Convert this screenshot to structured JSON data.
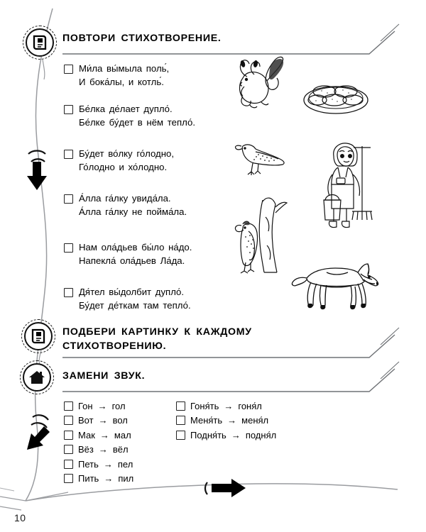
{
  "page": {
    "number": "10",
    "language": "ru"
  },
  "sections": [
    {
      "id": "repeat-poem",
      "icon": "book-icon",
      "heading": "ПОВТОРИ СТИХОТВОРЕНИЕ.",
      "items": [
        {
          "checkbox": false,
          "text": "Ми́ла вы́мыла поль́,\nИ бока́лы, и котль́."
        },
        {
          "checkbox": false,
          "text": "Бе́лка де́лает дупло́.\nБе́лке бу́дет в нём тепло́."
        },
        {
          "checkbox": false,
          "text": "Бу́дет во́лку го́лодно,\nГо́лодно и хо́лодно."
        },
        {
          "checkbox": false,
          "text": "А́лла га́лку увида́ла.\nА́лла га́лку не пойма́ла."
        },
        {
          "checkbox": false,
          "text": "Нам ола́дьев бы́ло на́до.\nНапекла́ ола́дьев Ла́да."
        },
        {
          "checkbox": false,
          "text": "Дя́тел вы́долбит дупло́.\nБу́дет де́ткам там тепло́."
        }
      ]
    },
    {
      "id": "match-picture",
      "icon": "book-icon",
      "heading": "ПОДБЕРИ КАРТИНКУ К КАЖДОМУ\nСТИХОТВОРЕНИЮ."
    },
    {
      "id": "replace-sound",
      "icon": "house-icon",
      "heading": "ЗАМЕНИ ЗВУК.",
      "columns": [
        {
          "id": "swap-column-left",
          "pairs": [
            {
              "from": "Гон",
              "arrow": "→",
              "to": "гол"
            },
            {
              "from": "Вот",
              "arrow": "→",
              "to": "вол"
            },
            {
              "from": "Мак",
              "arrow": "→",
              "to": "мал"
            },
            {
              "from": "Вёз",
              "arrow": "→",
              "to": "вёл"
            },
            {
              "from": "Петь",
              "arrow": "→",
              "to": "пел"
            },
            {
              "from": "Пить",
              "arrow": "→",
              "to": "пил"
            }
          ]
        },
        {
          "id": "swap-column-right",
          "pairs": [
            {
              "from": "Гоня́ть",
              "arrow": "→",
              "to": "гоня́л"
            },
            {
              "from": "Меня́ть",
              "arrow": "→",
              "to": "меня́л"
            },
            {
              "from": "Подня́ть",
              "arrow": "→",
              "to": "подня́л"
            }
          ]
        }
      ]
    }
  ],
  "illustrations": [
    {
      "id": "squirrel",
      "name": "squirrel-illustration",
      "label": "белка"
    },
    {
      "id": "pancakes",
      "name": "pancakes-plate-illustration",
      "label": "оладьи"
    },
    {
      "id": "jackdaw",
      "name": "jackdaw-bird-illustration",
      "label": "галка"
    },
    {
      "id": "girl",
      "name": "girl-with-mop-illustration",
      "label": "Мила"
    },
    {
      "id": "woodpecker",
      "name": "woodpecker-tree-illustration",
      "label": "дятел"
    },
    {
      "id": "wolf",
      "name": "wolf-illustration",
      "label": "волк"
    }
  ],
  "markers": [
    {
      "id": "arrow-down-1",
      "direction": "down"
    },
    {
      "id": "arrow-down-2",
      "direction": "down-left"
    },
    {
      "id": "arrow-right-bottom",
      "direction": "right"
    }
  ],
  "colors": {
    "ink": "#000000",
    "line": "#8d8f92",
    "paper": "#ffffff"
  }
}
